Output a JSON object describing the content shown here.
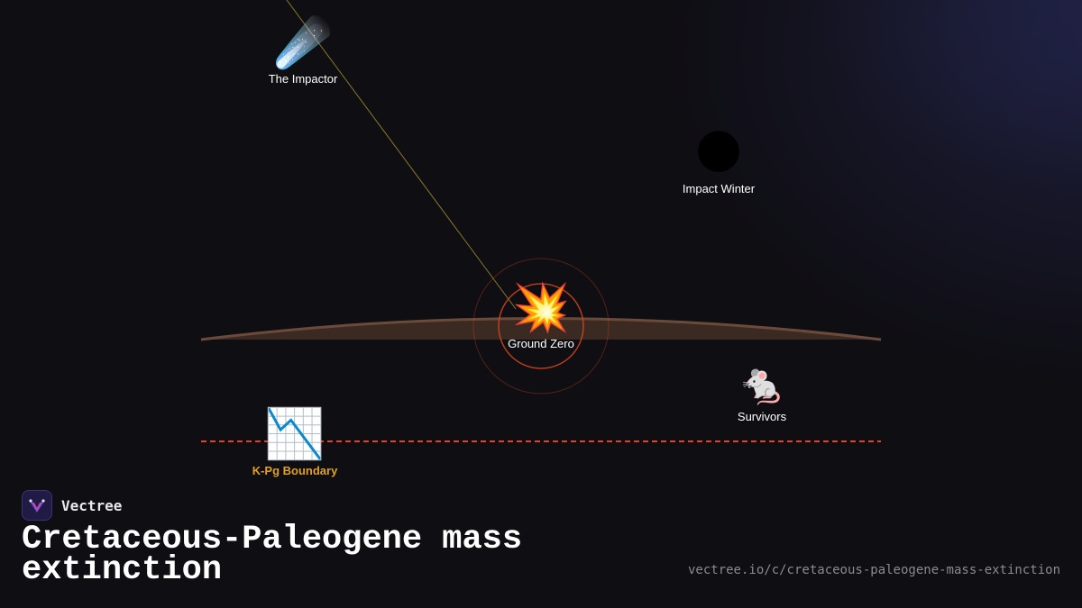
{
  "nodes": {
    "impactor": {
      "icon": "☄️",
      "icon_name": "comet-icon",
      "label": "The Impactor"
    },
    "winter": {
      "icon": "🌑",
      "icon_name": "new-moon-icon",
      "label": "Impact Winter"
    },
    "ground_zero": {
      "icon": "💥",
      "icon_name": "collision-icon",
      "label": "Ground Zero"
    },
    "survivors": {
      "icon": "🐁",
      "icon_name": "mouse-icon",
      "label": "Survivors"
    },
    "boundary": {
      "icon": "📉",
      "icon_name": "chart-decreasing-icon",
      "label": "K-Pg Boundary"
    }
  },
  "colors": {
    "trajectory": "#8a7a2a",
    "ground": "#3b2a22",
    "ground_edge": "#6b4a3a",
    "ring": "#d2461e",
    "boundary_line": "#e8401e",
    "accent": "#e0a028"
  },
  "brand": {
    "name": "Vectree"
  },
  "title": "Cretaceous-Paleogene mass extinction",
  "url": "vectree.io/c/cretaceous-paleogene-mass-extinction"
}
